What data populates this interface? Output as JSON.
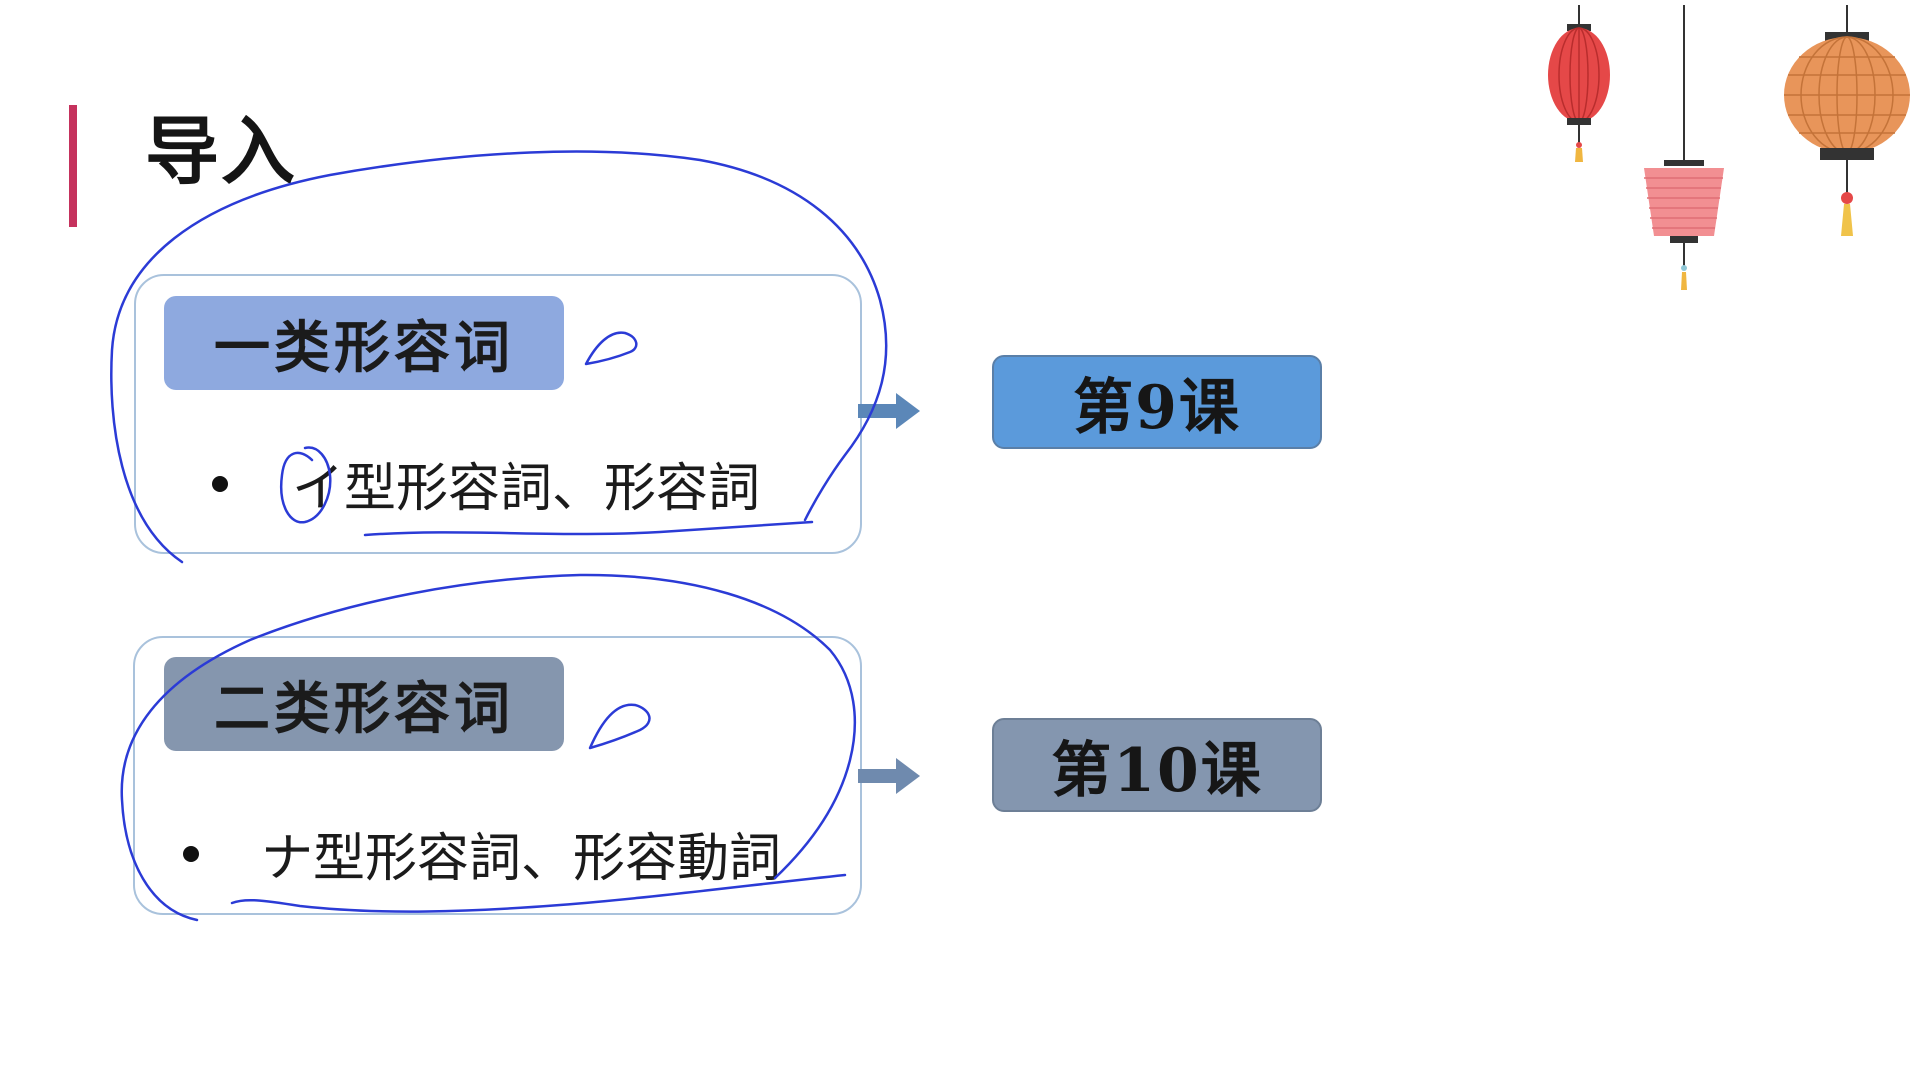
{
  "slide": {
    "title": "导入"
  },
  "groups": [
    {
      "category_label": "一类形容词",
      "bullet_text": "イ型形容詞、形容詞",
      "lesson_label": "第9课"
    },
    {
      "category_label": "二类形容词",
      "bullet_text": "ナ型形容詞、形容動詞",
      "lesson_label": "第10课"
    }
  ],
  "colors": {
    "accent_bar": "#c5325d",
    "pill_1": "#8ea9df",
    "pill_2": "#8596ae",
    "lesson_9": "#5b9adb",
    "lesson_10": "#8496af",
    "box_border": "#a9c2dc",
    "ink": "#2b3bd6"
  },
  "decorations": {
    "lantern_icons": [
      "red-lantern-icon",
      "pink-lantern-icon",
      "orange-lantern-icon"
    ]
  }
}
